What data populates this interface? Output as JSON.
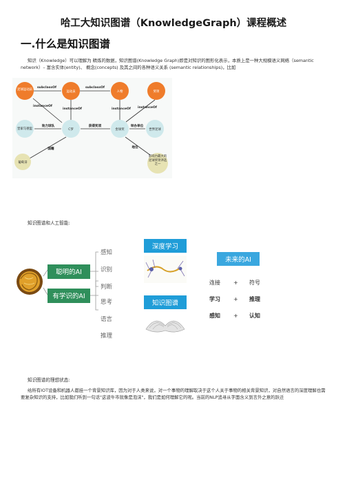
{
  "doc": {
    "title": "哈工大知识图谱（KnowledgeGraph）课程概述",
    "section_heading": "一.什么是知识图谱",
    "intro_paragraph": "知识（Knowledge）可以理解为 精炼的数据，知识图谱(Knowledge Graph)即是对知识的图形化表示，本质上是一种大规模语义网络（semantic network）– 富含实体(entity)、 概念(concepts) 及其之间的各种语义关系 (semantic relationships)，比如",
    "caption_ai": "知识图谱和人工智能:",
    "caption_ideal": "知识图谱的理想状态:",
    "ideal_paragraph": "给所有IOT设备和机器人都挂一个背景知识库，因为对于人类来说，对一个事物的理解取决于这个人关于事物的相关背景知识，对自然语言的深度理解也需要复杂知识的支持，比如我们听到一句话\"这波牛市就像是泡沫\"，我们是如何理解它的呢。当前的NLP追寻从字面含义到言外之意的跃迁"
  },
  "graph": {
    "nodes": {
      "n_league": "足球运动员",
      "n_athlete": "运动员",
      "n_person": "人物",
      "n_award": "奖项",
      "n_club": "皇家马德里",
      "n_ronaldo": "C罗",
      "n_ballon": "金球奖",
      "n_football": "世界足球",
      "n_portugal": "葡萄牙",
      "n_influence": "影响力最大的足球奖项评选之一"
    },
    "edges": {
      "e1": "subclassOf",
      "e2": "subclassOf",
      "e3": "instanceOf",
      "e4": "instanceOf",
      "e5": "instanceOf",
      "e6": "instanceOf",
      "e7": "效力球队",
      "e8": "获得奖项",
      "e9": "举办单位",
      "e10": "国籍",
      "e11": "地位"
    }
  },
  "ai_figure": {
    "smart_ai": "聪明的AI",
    "learned_ai": "有学识的AI",
    "cog_items": [
      "感知",
      "识别",
      "判断"
    ],
    "think_items": [
      "思考",
      "语言",
      "推理"
    ],
    "deep_learning": "深度学习",
    "knowledge_graph": "知识图谱",
    "future_ai": "未来的AI",
    "equations": [
      {
        "left": "连接",
        "op": "+",
        "right": "符号"
      },
      {
        "left": "学习",
        "op": "+",
        "right": "推理"
      },
      {
        "left": "感知",
        "op": "+",
        "right": "认知"
      }
    ]
  },
  "colors": {
    "orange_node": "#ef7c2b",
    "teal_node": "#cfe9ec",
    "yellow_node": "#e7e3b3",
    "green_box": "#2f8f5b",
    "blue_box": "#1f9dd8",
    "future_box": "#3aa7df"
  }
}
